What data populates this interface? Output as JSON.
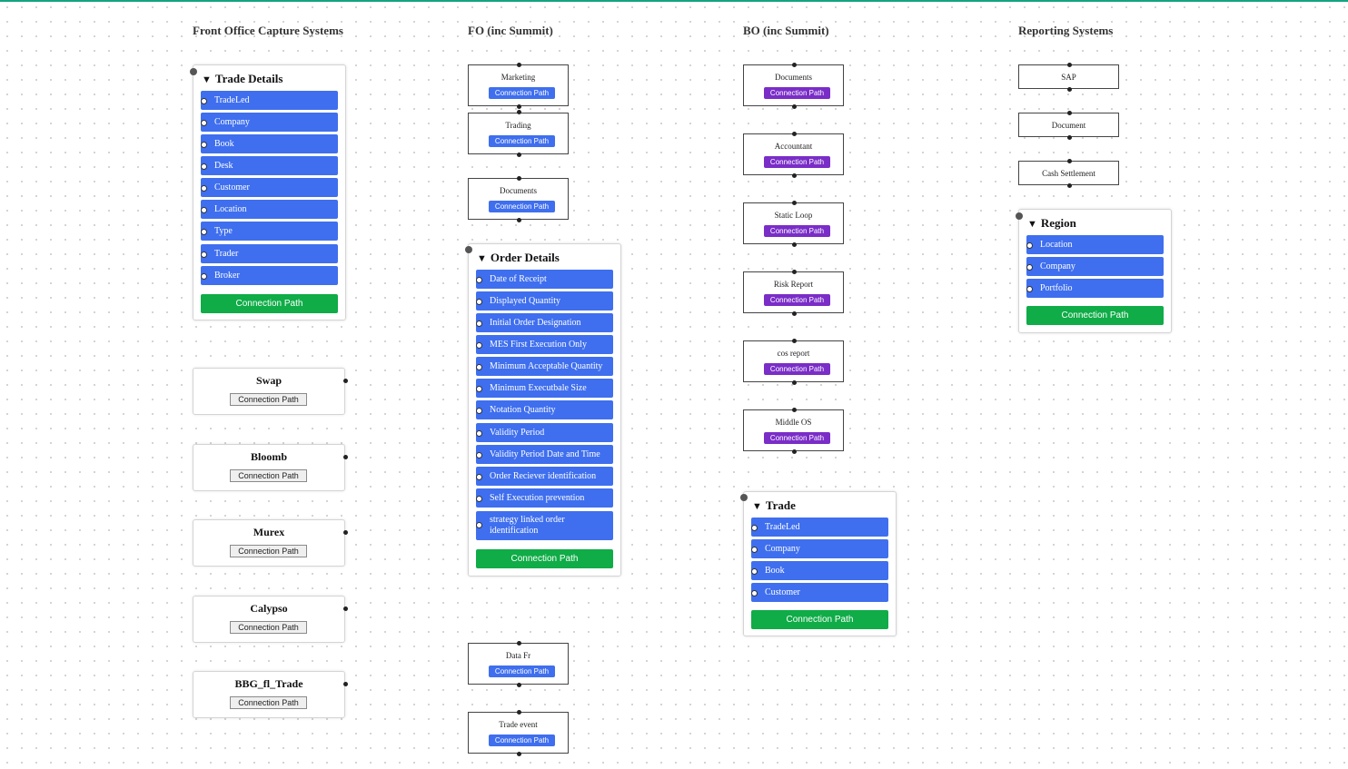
{
  "columns": [
    {
      "title": "Front Office Capture Systems"
    },
    {
      "title": "FO (inc Summit)"
    },
    {
      "title": "BO (inc Summit)"
    },
    {
      "title": "Reporting Systems"
    }
  ],
  "trade_details": {
    "title": "Trade Details",
    "fields": [
      "TradeLed",
      "Company",
      "Book",
      "Desk",
      "Customer",
      "Location",
      "Type",
      "Trader",
      "Broker"
    ],
    "button": "Connection Path"
  },
  "sources": [
    {
      "name": "Swap",
      "button": "Connection Path"
    },
    {
      "name": "Bloomb",
      "button": "Connection Path"
    },
    {
      "name": "Murex",
      "button": "Connection Path"
    },
    {
      "name": "Calypso",
      "button": "Connection Path"
    },
    {
      "name": "BBG_fl_Trade",
      "button": "Connection Path"
    }
  ],
  "fo_nodes": [
    {
      "label": "Marketing",
      "button": "Connection Path"
    },
    {
      "label": "Trading",
      "button": "Connection Path"
    },
    {
      "label": "Documents",
      "button": "Connection Path"
    },
    {
      "label": "Data Fr",
      "button": "Connection Path"
    },
    {
      "label": "Trade event",
      "button": "Connection Path"
    }
  ],
  "order_details": {
    "title": "Order Details",
    "fields": [
      "Date of Receipt",
      "Displayed Quantity",
      "Initial Order Designation",
      "MES First Execution Only",
      "Minimum Acceptable Quantity",
      "Minimum Executbale Size",
      "Notation Quantity",
      "Validity Period",
      "Validity Period Date and Time",
      "Order Reciever identification",
      "Self Execution prevention",
      "strategy linked order identification"
    ],
    "button": "Connection Path"
  },
  "bo_nodes": [
    {
      "label": "Documents",
      "button": "Connection Path"
    },
    {
      "label": "Accountant",
      "button": "Connection Path"
    },
    {
      "label": "Static Loop",
      "button": "Connection Path"
    },
    {
      "label": "Risk Report",
      "button": "Connection Path"
    },
    {
      "label": "cos report",
      "button": "Connection Path"
    },
    {
      "label": "Middle OS",
      "button": "Connection Path"
    }
  ],
  "trade": {
    "title": "Trade",
    "fields": [
      "TradeLed",
      "Company",
      "Book",
      "Customer"
    ],
    "button": "Connection Path"
  },
  "reporting_nodes": [
    {
      "label": "SAP"
    },
    {
      "label": "Document"
    },
    {
      "label": "Cash Settlement"
    }
  ],
  "region": {
    "title": "Region",
    "fields": [
      "Location",
      "Company",
      "Portfolio"
    ],
    "button": "Connection Path"
  },
  "colors": {
    "field_blue": "#3f6fee",
    "button_green": "#0fac47",
    "pill_purple": "#7a2dc7",
    "top_line": "#14a37f"
  }
}
